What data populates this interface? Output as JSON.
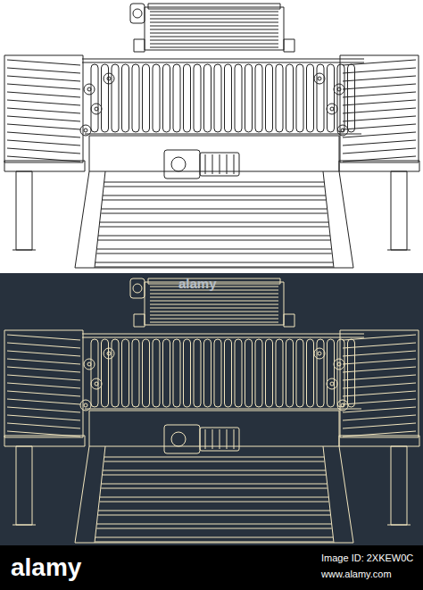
{
  "diagram": {
    "labels": [
      "alamy",
      "alamy",
      "Image ID: 2XKEW0C",
      "www.alamy.com"
    ]
  }
}
